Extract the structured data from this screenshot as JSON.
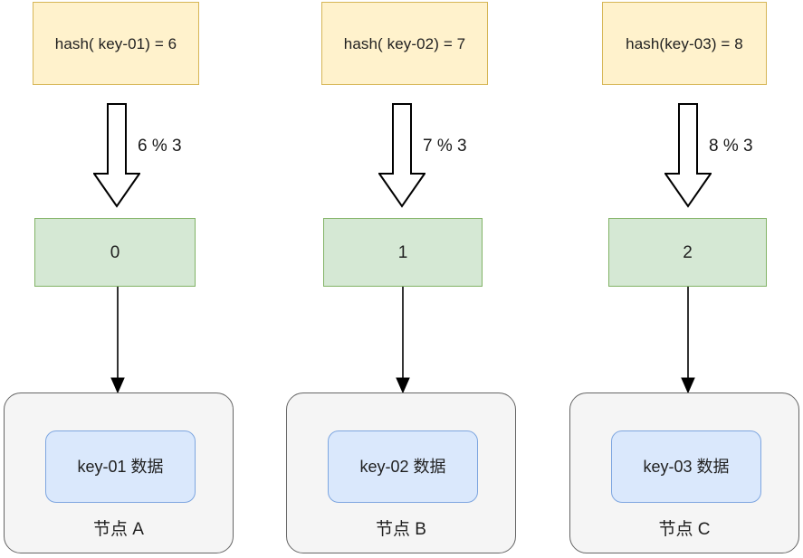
{
  "diagram": {
    "title": "hash modulo routing to nodes",
    "colors": {
      "hash_fill": "#fff2cc",
      "hash_stroke": "#d6b656",
      "slot_fill": "#d5e8d4",
      "slot_stroke": "#82b366",
      "node_fill": "#f5f5f5",
      "node_stroke": "#666666",
      "data_fill": "#dae8fc",
      "data_stroke": "#7ea6e0",
      "arrow_stroke": "#000000",
      "background": "#ffffff"
    },
    "columns": [
      {
        "hash_text": "hash( key-01) = 6",
        "mod_text": "6 % 3",
        "slot_text": "0",
        "data_text": "key-01 数据",
        "node_text": "节点 A"
      },
      {
        "hash_text": "hash( key-02) = 7",
        "mod_text": "7 % 3",
        "slot_text": "1",
        "data_text": "key-02 数据",
        "node_text": "节点 B"
      },
      {
        "hash_text": "hash(key-03) = 8",
        "mod_text": "8 % 3",
        "slot_text": "2",
        "data_text": "key-03 数据",
        "node_text": "节点 C"
      }
    ]
  }
}
